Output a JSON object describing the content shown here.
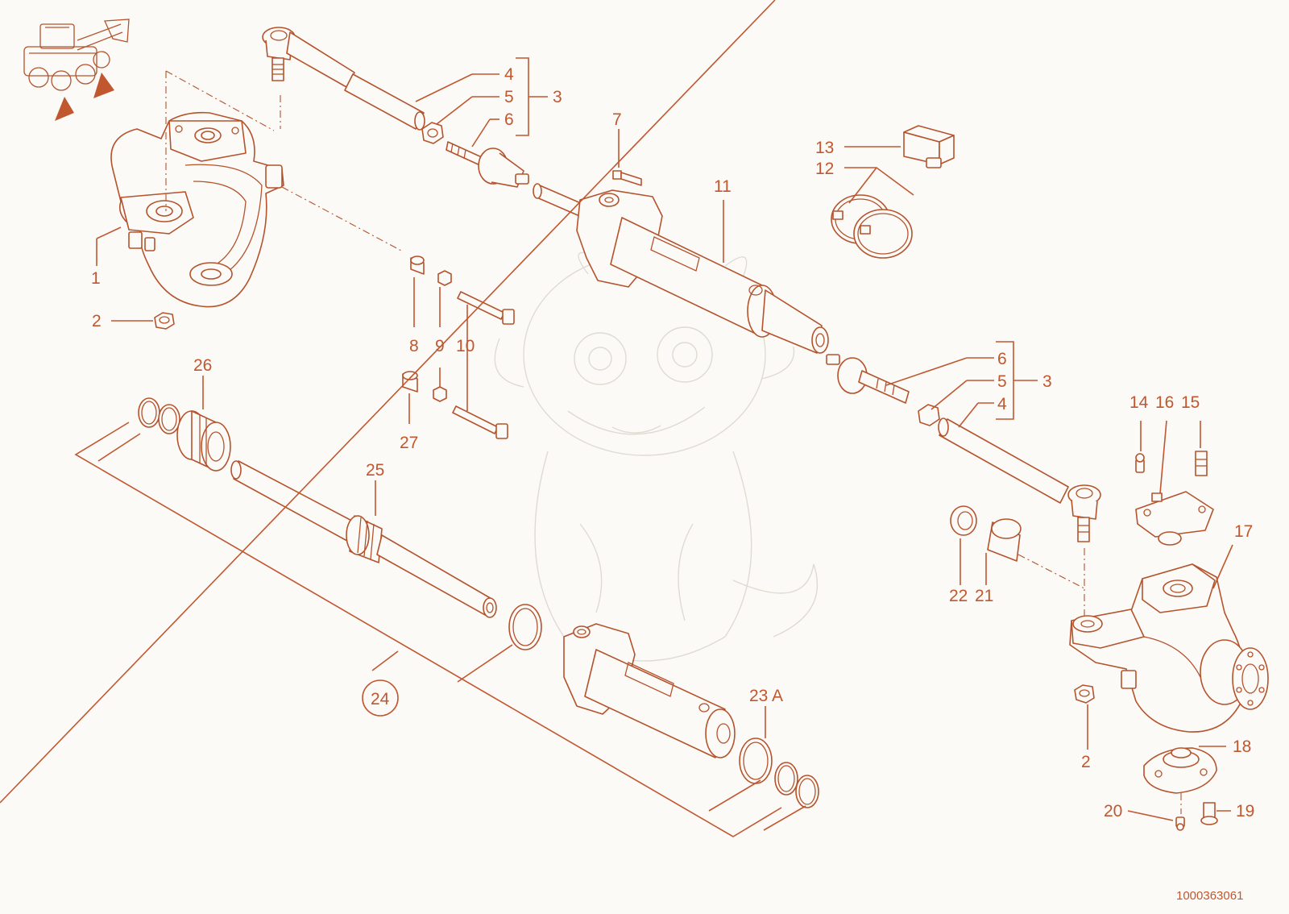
{
  "document_id": "1000363061",
  "colors": {
    "accent": "#c1572f",
    "line": "#b4532c",
    "background": "#fbfaf7"
  },
  "icons": {
    "vehicle": "telehandler-machine-icon",
    "view_arrows": "view-direction-arrow-icon"
  },
  "callouts": {
    "c1": "1",
    "c2a": "2",
    "c2b": "2",
    "c3a": "3",
    "c3b": "3",
    "c4a": "4",
    "c4b": "4",
    "c5a": "5",
    "c5b": "5",
    "c6a": "6",
    "c6b": "6",
    "c7": "7",
    "c8": "8",
    "c9": "9",
    "c10": "10",
    "c11": "11",
    "c12": "12",
    "c13": "13",
    "c14": "14",
    "c15": "15",
    "c16": "16",
    "c17": "17",
    "c18": "18",
    "c19": "19",
    "c20": "20",
    "c21": "21",
    "c22": "22",
    "c23": "23 A",
    "c24": "24",
    "c25": "25",
    "c26": "26",
    "c27": "27"
  }
}
